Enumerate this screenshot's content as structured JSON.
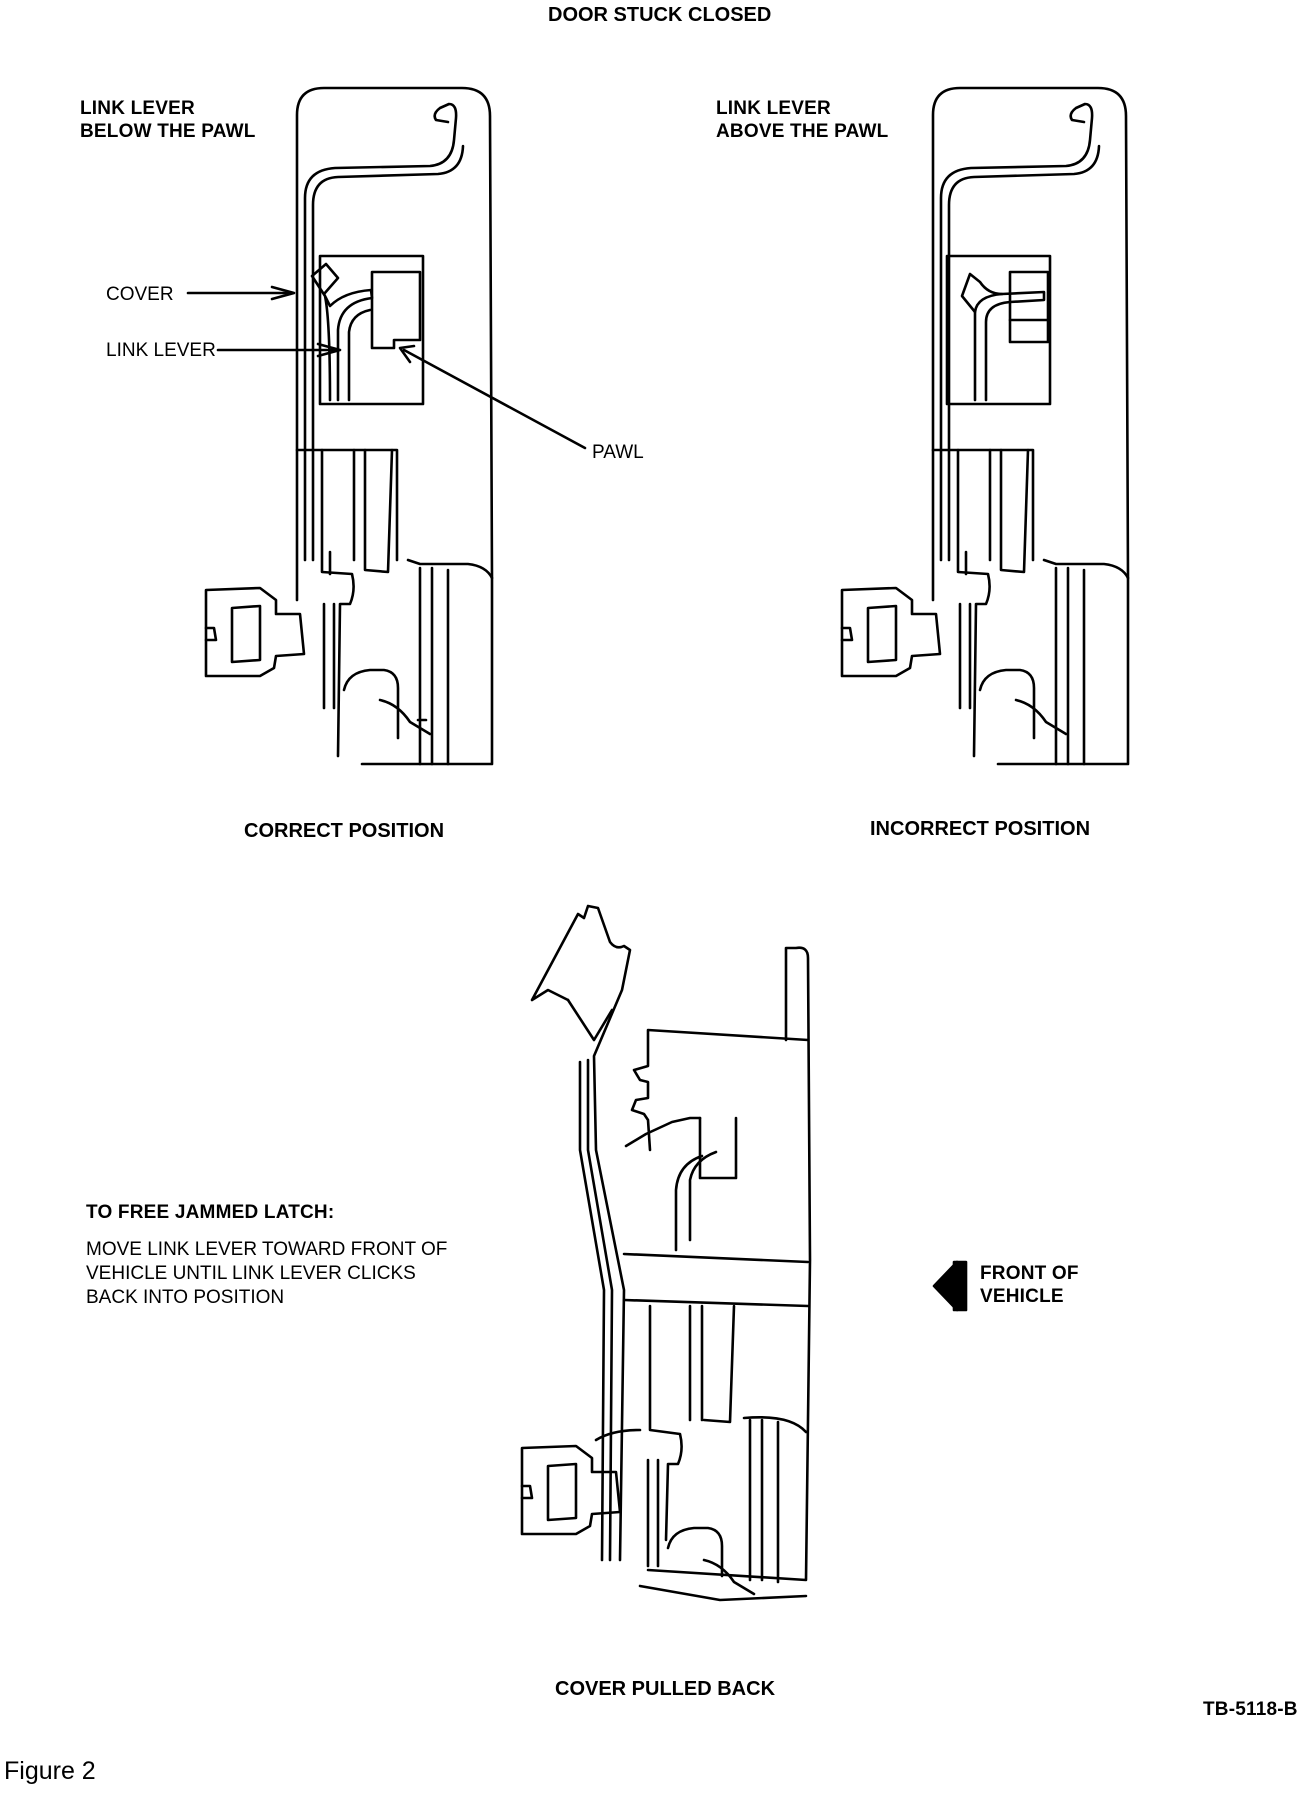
{
  "title": "DOOR STUCK CLOSED",
  "panels": {
    "correct": {
      "heading": [
        "LINK LEVER",
        "BELOW THE PAWL"
      ],
      "callouts": {
        "cover": "COVER",
        "link_lever": "LINK LEVER",
        "pawl": "PAWL"
      },
      "caption": "CORRECT POSITION"
    },
    "incorrect": {
      "heading": [
        "LINK LEVER",
        "ABOVE THE PAWL"
      ],
      "caption": "INCORRECT POSITION"
    },
    "pulled": {
      "caption": "COVER PULLED BACK"
    }
  },
  "instructions": {
    "heading": "TO FREE JAMMED LATCH:",
    "lines": [
      "MOVE LINK LEVER TOWARD FRONT OF",
      "VEHICLE UNTIL LINK LEVER CLICKS",
      "BACK INTO POSITION"
    ]
  },
  "direction": {
    "lines": [
      "FRONT OF",
      "VEHICLE"
    ]
  },
  "drawing_id": "TB-5118-B",
  "figure_label": "Figure 2"
}
